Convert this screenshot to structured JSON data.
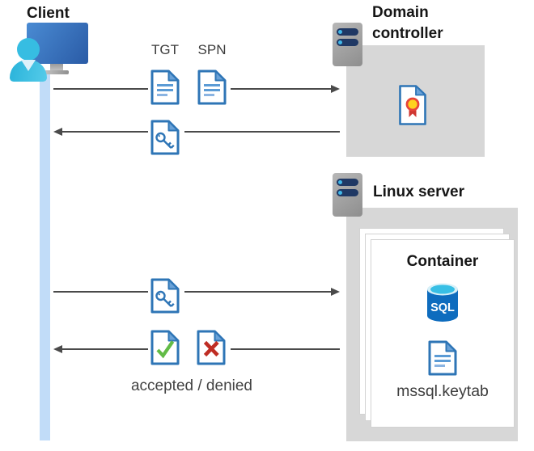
{
  "diagram": {
    "client": {
      "label": "Client"
    },
    "domain_controller": {
      "label": "Domain controller"
    },
    "linux_server": {
      "label": "Linux server"
    },
    "container": {
      "label": "Container",
      "sql_badge_text": "SQL",
      "keytab_file_label": "mssql.keytab"
    },
    "messages": {
      "tgt_label": "TGT",
      "spn_label": "SPN",
      "result_label": "accepted / denied"
    },
    "colors": {
      "doc_border_blue": "#2e75b6",
      "doc_fold_blue": "#6aa2d8",
      "doc_line_blue": "#5b9bd5",
      "check_green": "#62bb46",
      "cross_red": "#bf2d24",
      "lifeline_blue": "#c1dcf8",
      "zone_gray": "#d7d7d7",
      "server_bar_navy": "#1f3864",
      "server_dot_cyan": "#41b8e8",
      "arrow_gray": "#4a4a4a",
      "sql_body_blue": "#0e6cbe",
      "sql_top_cyan": "#38bfe5",
      "seal_yellow": "#ffd21e",
      "seal_ring_red": "#e8443a",
      "ribbon_red": "#cf3732",
      "monitor_blue": "#2a5ba6",
      "person_cyan": "#36bde2"
    }
  }
}
